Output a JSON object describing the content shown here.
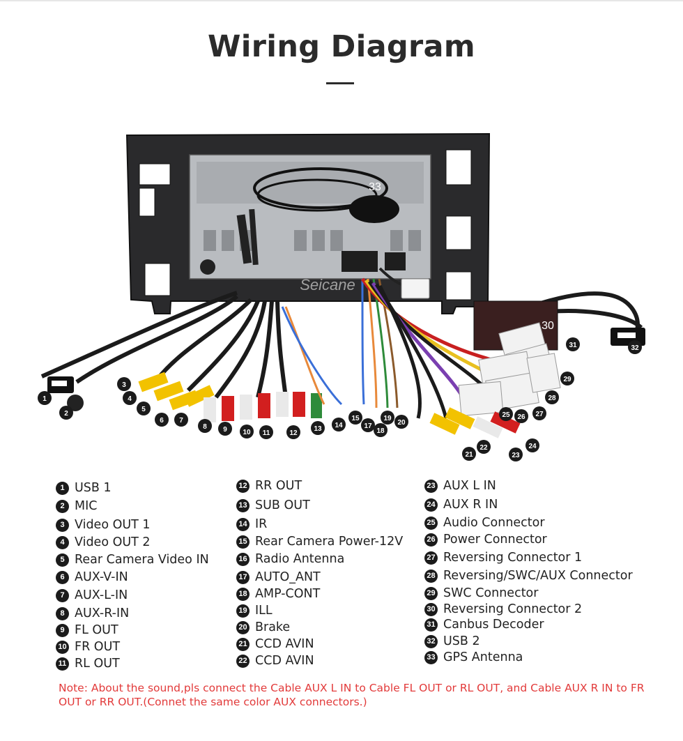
{
  "title": "Wiring Diagram",
  "watermark": "Seicane",
  "items": [
    {
      "num": "1",
      "label": "USB 1"
    },
    {
      "num": "2",
      "label": "MIC"
    },
    {
      "num": "3",
      "label": "Video OUT 1"
    },
    {
      "num": "4",
      "label": "Video OUT 2"
    },
    {
      "num": "5",
      "label": "Rear Camera Video IN"
    },
    {
      "num": "6",
      "label": "AUX-V-IN"
    },
    {
      "num": "7",
      "label": "AUX-L-IN"
    },
    {
      "num": "8",
      "label": "AUX-R-IN"
    },
    {
      "num": "9",
      "label": "FL OUT"
    },
    {
      "num": "10",
      "label": "FR OUT"
    },
    {
      "num": "11",
      "label": "RL OUT"
    },
    {
      "num": "12",
      "label": "RR OUT"
    },
    {
      "num": "13",
      "label": "SUB OUT"
    },
    {
      "num": "14",
      "label": "IR"
    },
    {
      "num": "15",
      "label": "Rear Camera Power-12V"
    },
    {
      "num": "16",
      "label": "Radio Antenna"
    },
    {
      "num": "17",
      "label": "AUTO_ANT"
    },
    {
      "num": "18",
      "label": "AMP-CONT"
    },
    {
      "num": "19",
      "label": "ILL"
    },
    {
      "num": "20",
      "label": "Brake"
    },
    {
      "num": "21",
      "label": "CCD AVIN"
    },
    {
      "num": "22",
      "label": "CCD AVIN"
    },
    {
      "num": "23",
      "label": "AUX L IN"
    },
    {
      "num": "24",
      "label": "AUX R IN"
    },
    {
      "num": "25",
      "label": "Audio Connector"
    },
    {
      "num": "26",
      "label": "Power Connector"
    },
    {
      "num": "27",
      "label": "Reversing Connector 1"
    },
    {
      "num": "28",
      "label": "Reversing/SWC/AUX Connector"
    },
    {
      "num": "29",
      "label": "SWC Connector"
    },
    {
      "num": "30",
      "label": "Reversing Connector 2"
    },
    {
      "num": "31",
      "label": "Canbus Decoder"
    },
    {
      "num": "32",
      "label": "USB 2"
    },
    {
      "num": "33",
      "label": "GPS Antenna"
    }
  ],
  "note": "Note: About the sound,pls connect the Cable AUX L IN to Cable FL OUT or RL OUT, and Cable AUX R IN to FR OUT or RR OUT.(Connet the same color AUX connectors.)",
  "colors": {
    "note": "#e23a3a",
    "title": "#2b2b2b",
    "bullet": "#1b1b1b"
  }
}
